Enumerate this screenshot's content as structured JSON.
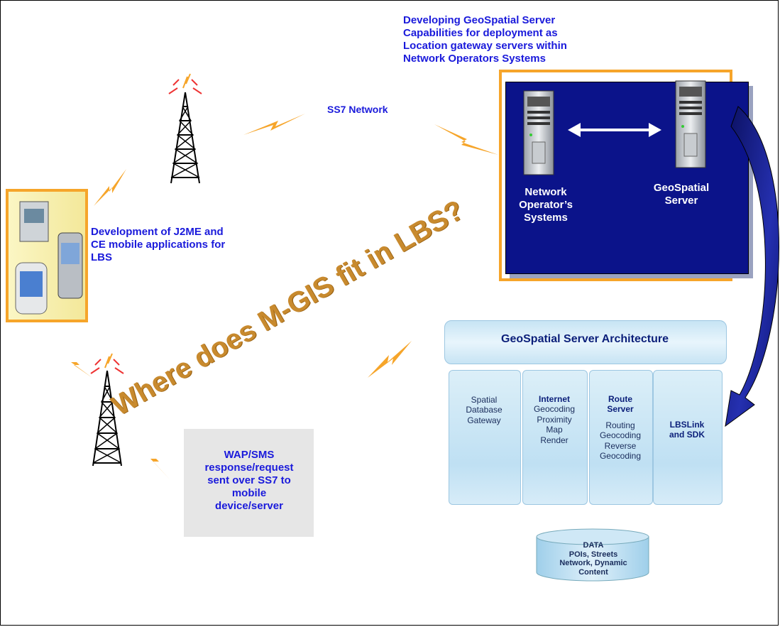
{
  "top_caption": [
    "Developing GeoSpatial Server",
    "Capabilities for deployment as",
    "Location gateway servers within",
    "Network Operators Systems"
  ],
  "ss7_label": "SS7 Network",
  "mobile_caption": [
    "Development of J2ME and",
    "CE mobile applications for",
    "LBS"
  ],
  "watermark": "Where does M-GIS fit in LBS?",
  "operator_box": {
    "left_label": [
      "Network",
      "Operator’s",
      "Systems"
    ],
    "right_label": [
      "GeoSpatial",
      "Server"
    ]
  },
  "architecture": {
    "title": "GeoSpatial Server Architecture",
    "col1": [
      "Spatial",
      "Database",
      "Gateway"
    ],
    "col2_head": "Internet",
    "col2": [
      "Geocoding",
      "Proximity",
      "Map",
      "Render"
    ],
    "col3_head": [
      "Route",
      "Server"
    ],
    "col3": [
      "Routing",
      "Geocoding",
      "Reverse",
      "Geocoding"
    ],
    "col4": [
      "LBSLink",
      "and SDK"
    ]
  },
  "wap_caption": [
    "WAP/SMS",
    "response/request",
    "sent over SS7 to",
    "mobile",
    "device/server"
  ],
  "data_caption": [
    "DATA",
    "POIs, Streets",
    "Network, Dynamic",
    "Content"
  ],
  "colors": {
    "accent_orange": "#f6a52a",
    "text_blue": "#1a1adb",
    "box_navy": "#0b138a",
    "watermark": "#c88a2e"
  }
}
